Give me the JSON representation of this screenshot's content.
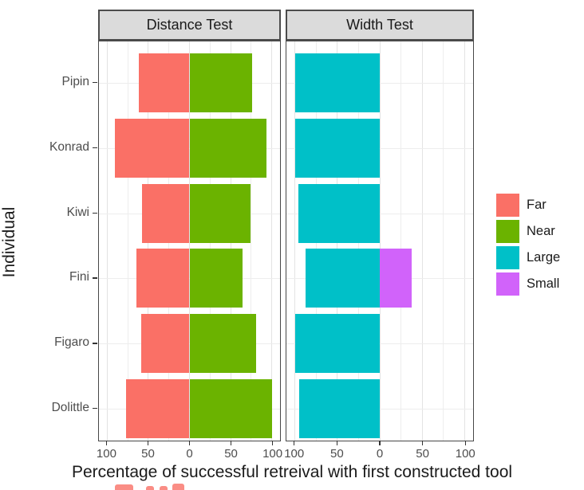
{
  "chart_data": {
    "type": "bar",
    "variant": "horizontal-diverging-faceted",
    "title": "",
    "xlabel": "Percentage of successful retreival with first constructed tool",
    "ylabel": "Individual",
    "categories": [
      "Pipin",
      "Konrad",
      "Kiwi",
      "Fini",
      "Figaro",
      "Dolittle"
    ],
    "facets": [
      {
        "label": "Distance Test",
        "left_series": {
          "name": "Far",
          "color": "#FA7066",
          "values": [
            62,
            91,
            58,
            64,
            59,
            77
          ]
        },
        "right_series": {
          "name": "Near",
          "color": "#6BB300",
          "values": [
            76,
            94,
            74,
            64,
            81,
            100
          ]
        }
      },
      {
        "label": "Width Test",
        "left_series": {
          "name": "Large",
          "color": "#00C0C8",
          "values": [
            100,
            100,
            96,
            87,
            100,
            95
          ]
        },
        "right_series": {
          "name": "Small",
          "color": "#D163FA",
          "values": [
            0,
            0,
            0,
            38,
            0,
            0
          ]
        }
      }
    ],
    "x_ticks": [
      "100",
      "50",
      "0",
      "50",
      "100"
    ],
    "x_tick_values": [
      -100,
      -50,
      0,
      50,
      100
    ],
    "x_domain": [
      -110,
      110
    ],
    "grid_step": 25,
    "grid": true,
    "legend_position": "right",
    "legend": [
      {
        "label": "Far",
        "color": "#FA7066"
      },
      {
        "label": "Near",
        "color": "#6BB300"
      },
      {
        "label": "Large",
        "color": "#00C0C8"
      },
      {
        "label": "Small",
        "color": "#D163FA"
      }
    ]
  },
  "styles": {
    "background": "#FFFFFF",
    "strip_bg": "#DBDBDB",
    "strip_border": "#4C4C4C",
    "panel_border": "#474747",
    "grid_major": "#E3E3E3",
    "grid_minor": "#EDEDED",
    "tick_label_color": "#4D4D4D",
    "artifact_color": "#FA8D85"
  }
}
